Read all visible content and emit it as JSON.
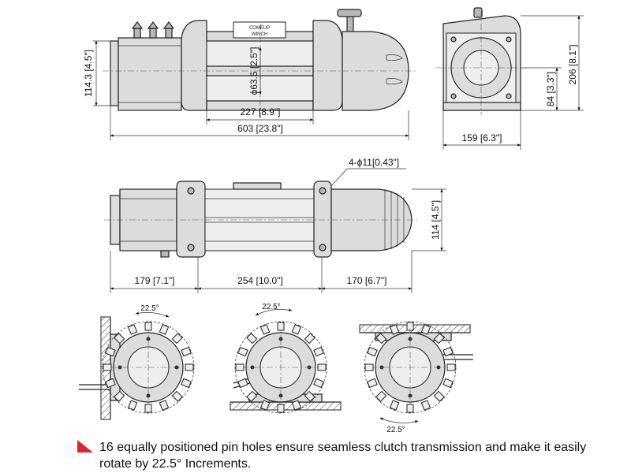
{
  "dimensions": {
    "side_height": "114.3 [4.5\"]",
    "drum_dia": "ϕ63.5 [2.5\"]",
    "drum_len": "227 [8.9\"]",
    "overall_len": "603 [23.8\"]",
    "end_height": "206 [8.1\"]",
    "end_mount_h": "84 [3.3\"]",
    "end_width": "159 [6.3\"]",
    "holes": "4-ϕ11[0.43\"]",
    "top_height": "114 [4.5\"]",
    "seg_motor": "179 [7.1\"]",
    "seg_drum": "254 [10.0\"]",
    "seg_gear": "170 [6.7\"]",
    "angle1": "22.5°",
    "angle2": "22.5°",
    "angle3": "22.5°"
  },
  "brand": {
    "line1": "COMEUP",
    "line2": "WINCH"
  },
  "caption": {
    "text": "16 equally positioned pin holes ensure seamless clutch transmission and make it easily rotate by 22.5° Increments."
  },
  "colors": {
    "marker": "#d9262c",
    "line": "#222222"
  }
}
